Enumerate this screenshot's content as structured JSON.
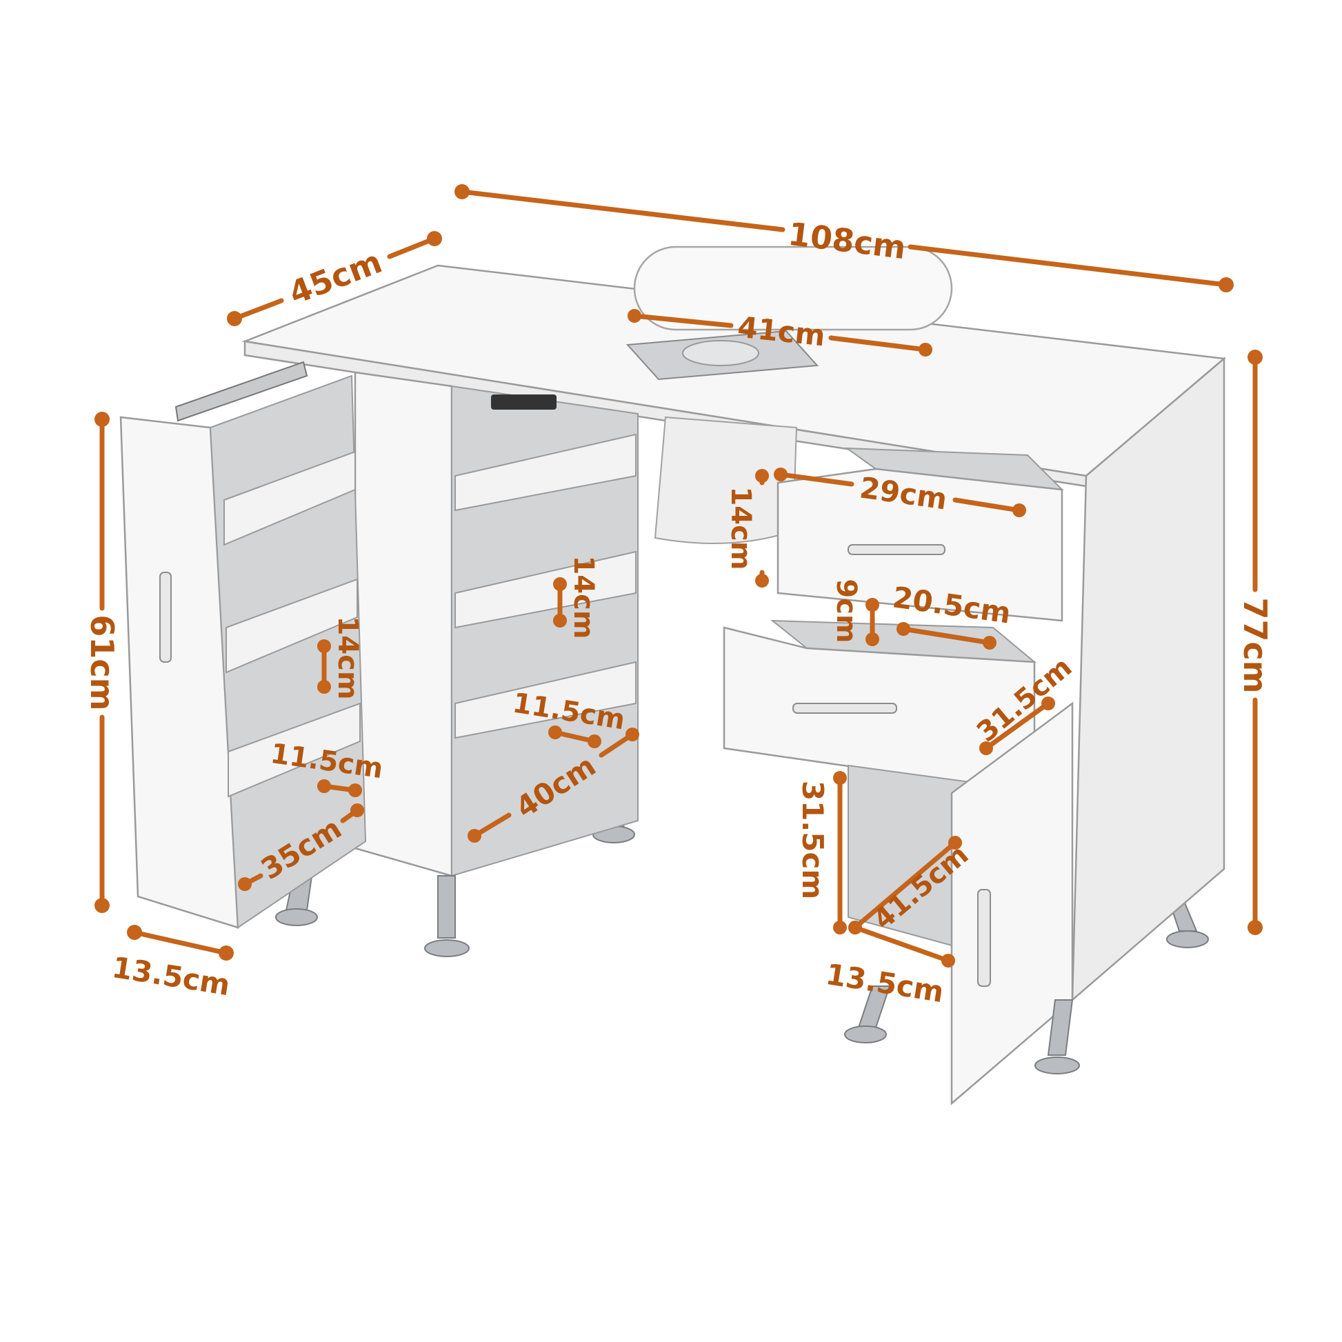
{
  "colors": {
    "dimension": "#c5641a",
    "dimension_text": "#b4560f",
    "furniture": "#f7f7f7",
    "metal": "#b9bcc0"
  },
  "dimensions": {
    "width_total": "108cm",
    "depth_total": "45cm",
    "armrest_length": "41cm",
    "height_total": "77cm",
    "left_drawer_height": "61cm",
    "left_drawer_depth": "13.5cm",
    "left_shelf_height": "14cm",
    "left_shelf_gap": "11.5cm",
    "left_shelf_length": "35cm",
    "middle_shelf_height": "14cm",
    "middle_shelf_gap": "11.5cm",
    "middle_shelf_length": "40cm",
    "top_drawer_width": "29cm",
    "top_drawer_height": "14cm",
    "second_drawer_height": "9cm",
    "second_drawer_width": "20.5cm",
    "second_drawer_depth": "31.5cm",
    "cabinet_height": "31.5cm",
    "cabinet_depth": "41.5cm",
    "cabinet_width": "13.5cm"
  }
}
